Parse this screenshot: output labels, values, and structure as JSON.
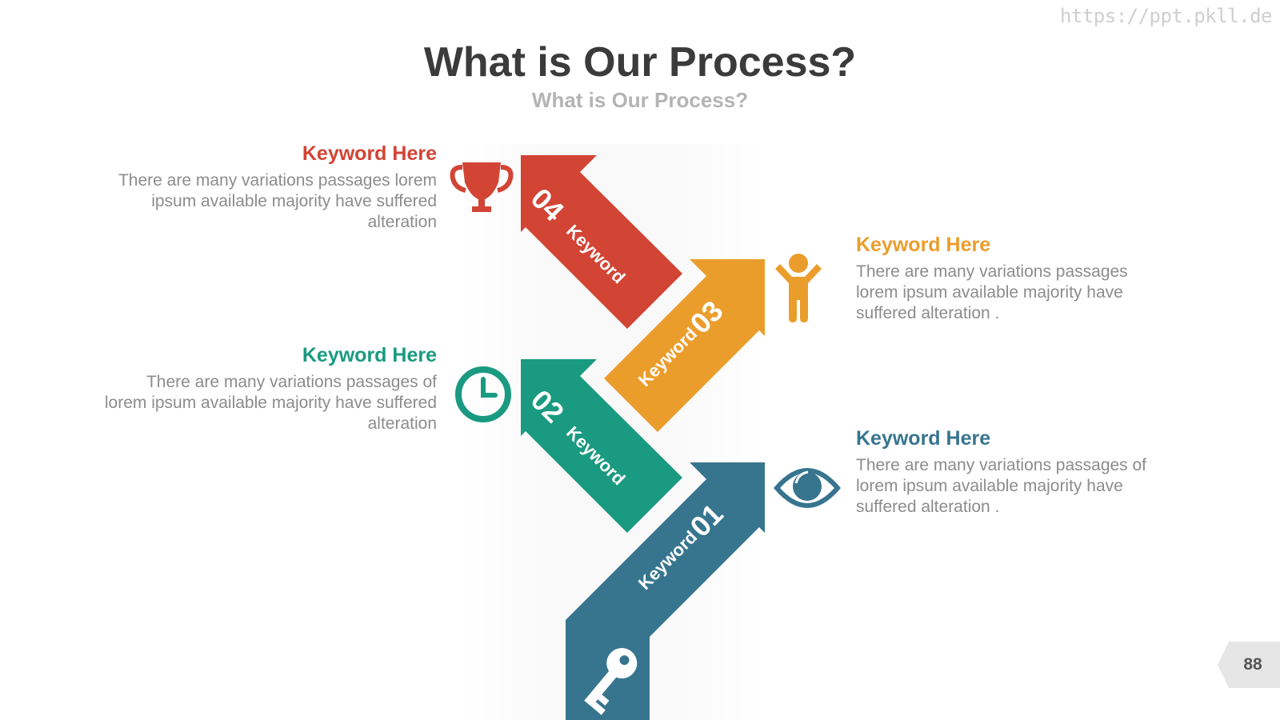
{
  "watermark": "https://ppt.pkll.de",
  "title": "What is Our Process?",
  "subtitle": "What is Our Process?",
  "page_number": "88",
  "steps": [
    {
      "number": "01",
      "arrow_label": "Keyword",
      "heading": "Keyword Here",
      "description": "There are many variations passages of lorem ipsum available  majority have suffered alteration .",
      "color": "#37758f",
      "icon": "eye-icon"
    },
    {
      "number": "02",
      "arrow_label": "Keyword",
      "heading": "Keyword Here",
      "description": "There are many variations passages of lorem ipsum available  majority have suffered alteration",
      "color": "#1a9a80",
      "icon": "clock-icon"
    },
    {
      "number": "03",
      "arrow_label": "Keyword",
      "heading": "Keyword Here",
      "description": "There are many variations passages lorem ipsum available  majority have suffered alteration .",
      "color": "#eb9d2c",
      "icon": "person-icon"
    },
    {
      "number": "04",
      "arrow_label": "Keyword",
      "heading": "Keyword Here",
      "description": "There are many variations passages lorem ipsum available  majority have suffered alteration",
      "color": "#d24434",
      "icon": "trophy-icon"
    }
  ],
  "base_icon": "key-icon"
}
